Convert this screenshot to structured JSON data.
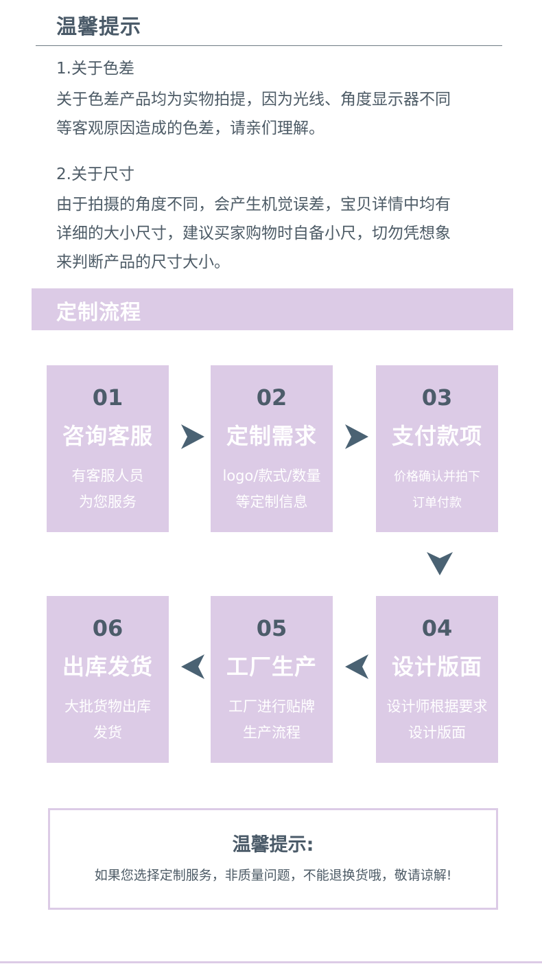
{
  "notice": {
    "title": "温馨提示",
    "sections": [
      {
        "heading": "1.关于色差",
        "lines": [
          "关于色差产品均为实物拍提，因为光线、角度显示器不同",
          "等客观原因造成的色差，请亲们理解。"
        ]
      },
      {
        "heading": "2.关于尺寸",
        "lines": [
          "由于拍摄的角度不同，会产生机觉误差，宝贝详情中均有",
          "详细的大小尺寸，建议买家购物时自备小尺，切勿凭想象",
          "来判断产品的尺寸大小。"
        ]
      }
    ]
  },
  "process": {
    "title": "定制流程",
    "steps": [
      {
        "num": "01",
        "title": "咨询客服",
        "desc": [
          "有客服人员",
          "为您服务"
        ]
      },
      {
        "num": "02",
        "title": "定制需求",
        "desc": [
          "logo/款式/数量",
          "等定制信息"
        ]
      },
      {
        "num": "03",
        "title": "支付款项",
        "desc": [
          "价格确认并拍下",
          "订单付款"
        ]
      },
      {
        "num": "04",
        "title": "设计版面",
        "desc": [
          "设计师根据要求",
          "设计版面"
        ]
      },
      {
        "num": "05",
        "title": "工厂生产",
        "desc": [
          "工厂进行贴牌",
          "生产流程"
        ]
      },
      {
        "num": "06",
        "title": "出库发货",
        "desc": [
          "大批货物出库",
          "发货"
        ]
      }
    ],
    "arrow_icons": [
      "arrow-right-icon",
      "arrow-down-icon",
      "arrow-left-icon"
    ]
  },
  "bottom_notice": {
    "title": "温馨提示:",
    "text": "如果您选择定制服务，非质量问题，不能退换货哦，敬请谅解!"
  },
  "colors": {
    "accent": "#dccbe6",
    "text": "#4d5b66",
    "arrow": "#4a6273"
  }
}
